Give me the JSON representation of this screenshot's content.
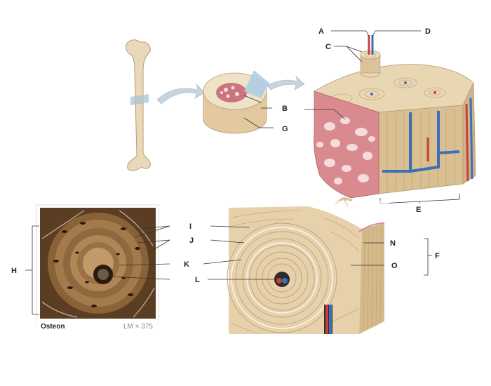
{
  "labels": {
    "A": "A",
    "B": "B",
    "C": "C",
    "D": "D",
    "E": "E",
    "F": "F",
    "G": "G",
    "H": "H",
    "I": "I",
    "J": "J",
    "K": "K",
    "L": "L",
    "N": "N",
    "O": "O"
  },
  "micrograph": {
    "caption_left": "Osteon",
    "caption_right": "LM × 375"
  },
  "colors": {
    "bone": "#e8d3b0",
    "bone_shade": "#cdb48c",
    "spongy": "#d98a8f",
    "spongy_hole": "#f6dcdc",
    "vessel_red": "#c9403a",
    "vessel_blue": "#3b6fb8",
    "arrow": "#c7d3dd",
    "micro_bg": "#5a3d22"
  }
}
